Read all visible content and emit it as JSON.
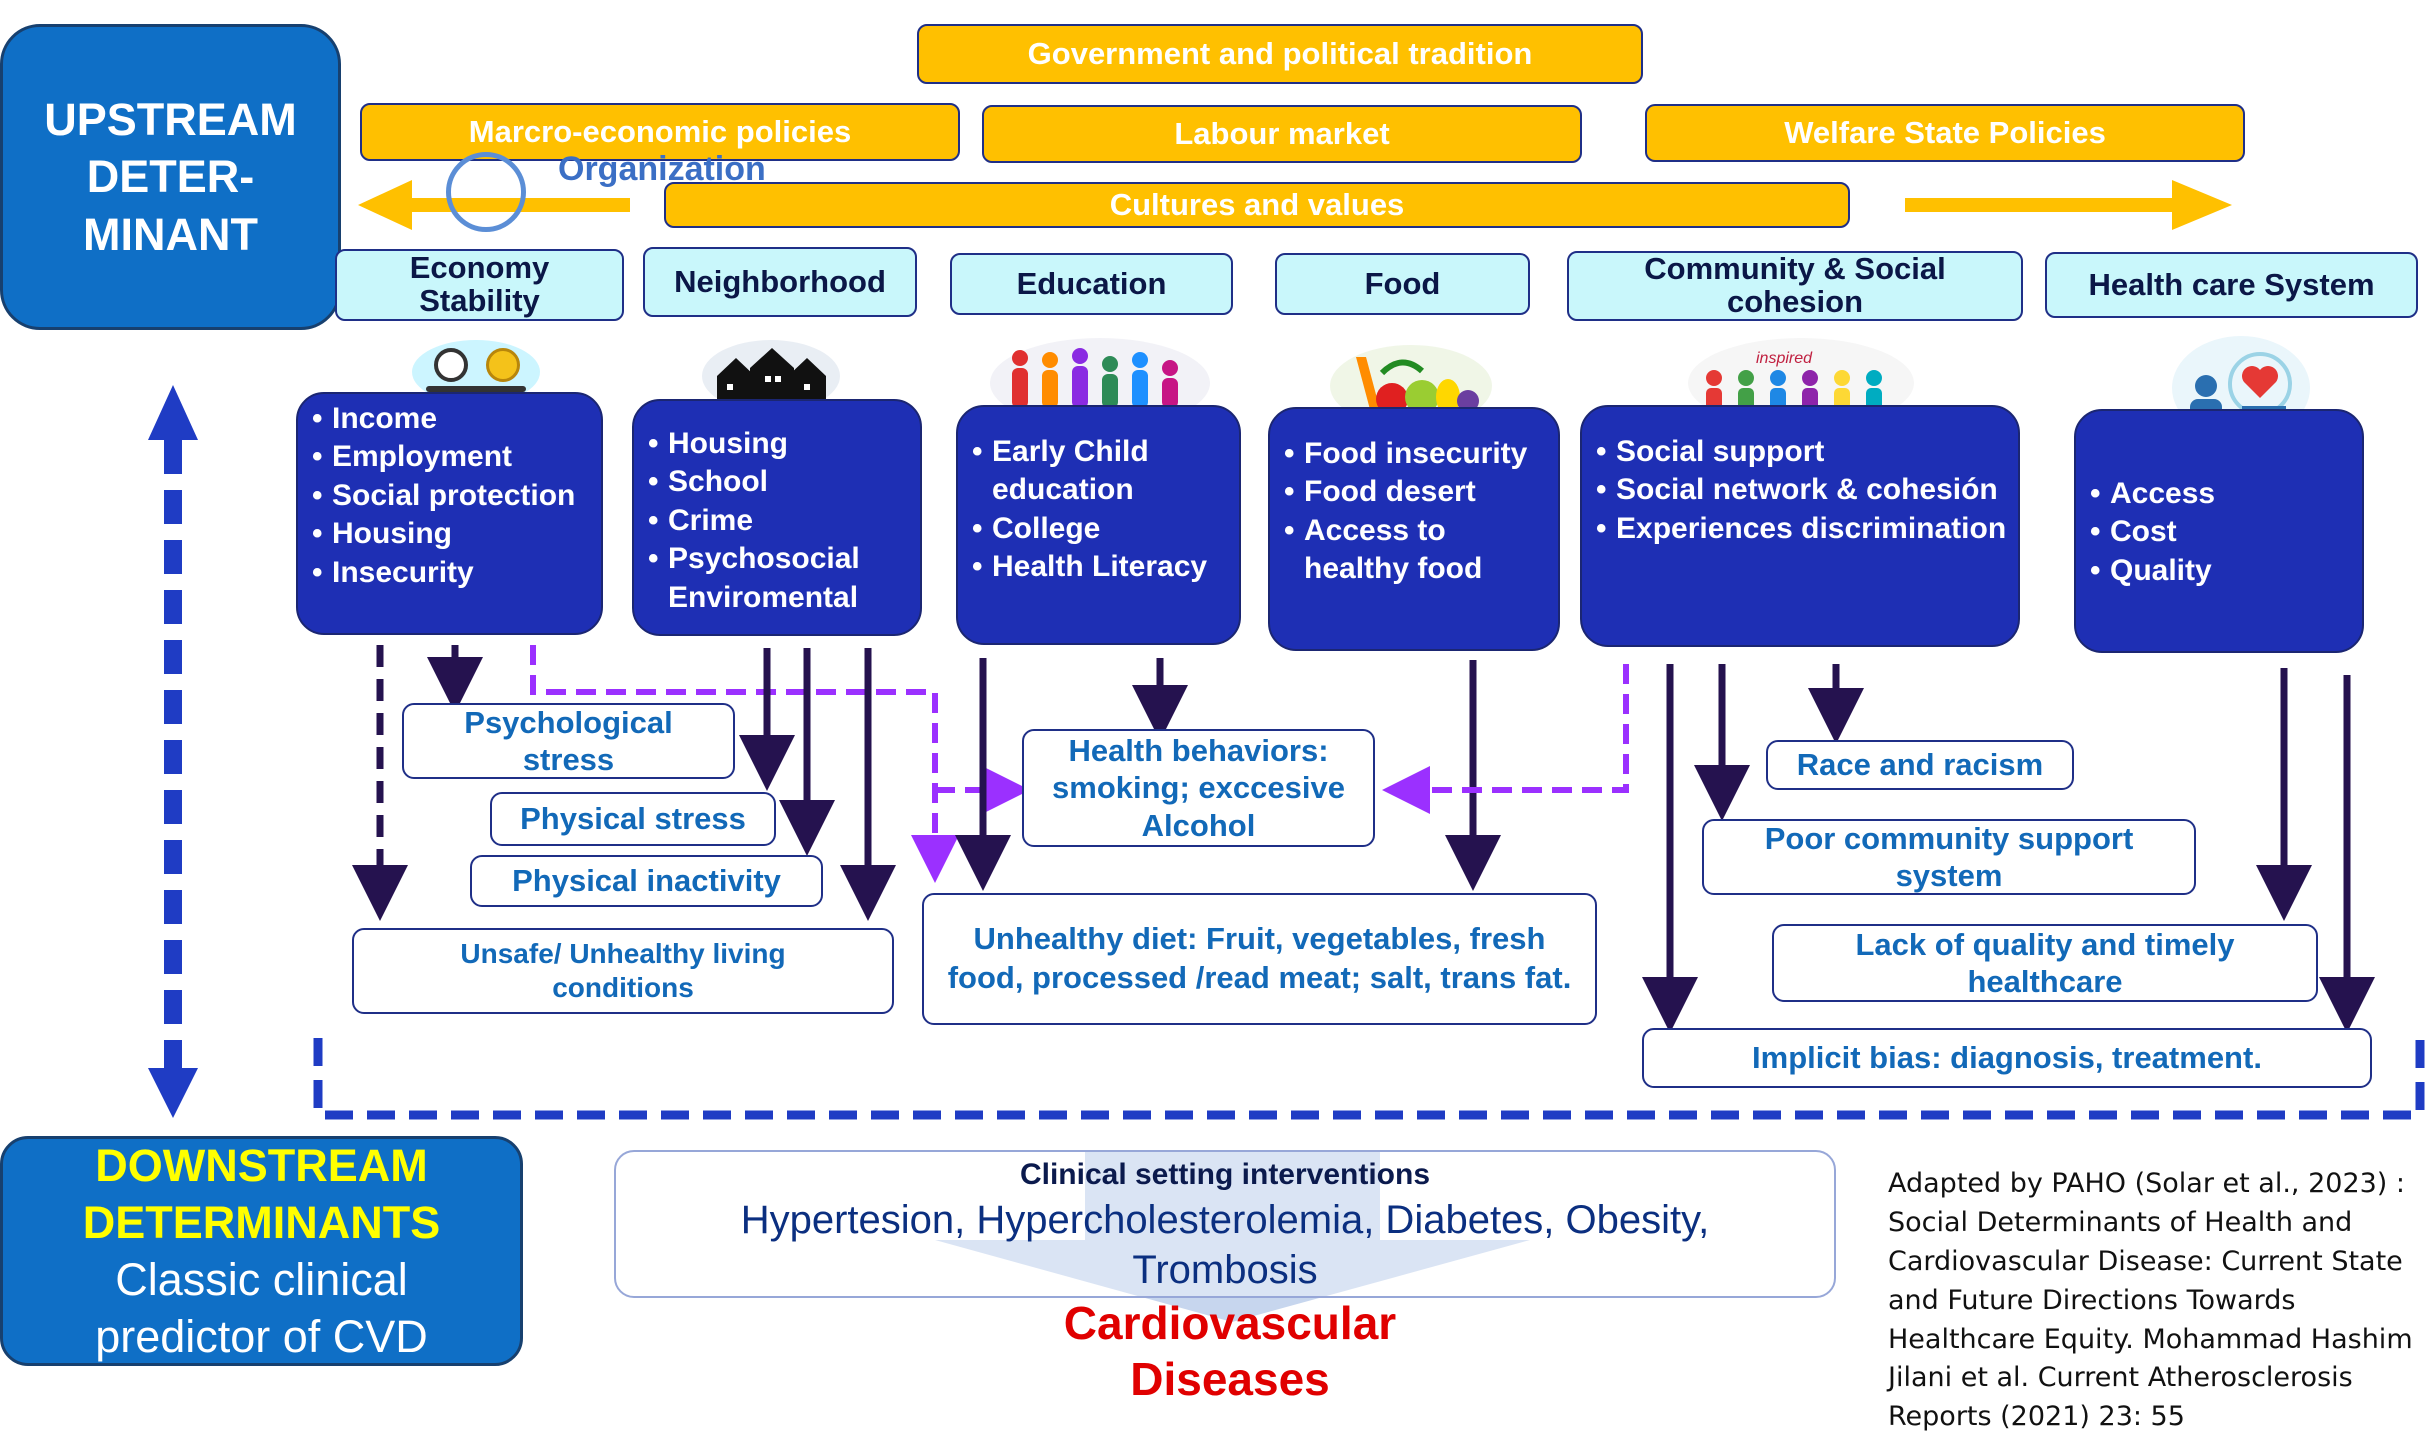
{
  "upstream_title": "UPSTREAM\nDETER-\nMINANT",
  "top": {
    "government": "Government and political tradition",
    "macro": "Marcro-economic policies",
    "labour": "Labour market",
    "welfare": "Welfare State Policies",
    "cultures": "Cultures and values",
    "watermark": "Organization"
  },
  "categories": {
    "economy": "Economy Stability",
    "neighborhood": "Neighborhood",
    "education": "Education",
    "food": "Food",
    "community": "Community & Social cohesion",
    "health": "Health care System"
  },
  "factors": {
    "economy": [
      "Income",
      "Employment",
      "Social protection",
      "Housing",
      "Insecurity"
    ],
    "neighborhood": [
      "Housing",
      "School",
      "Crime",
      "Psychosocial Enviromental"
    ],
    "education": [
      "Early Child education",
      "College",
      "Health Literacy"
    ],
    "food": [
      "Food insecurity",
      "Food desert",
      "Access to healthy food"
    ],
    "community": [
      "Social support",
      "Social network & cohesión",
      "Experiences discrimination"
    ],
    "health": [
      "Access",
      "Cost",
      "Quality"
    ]
  },
  "icons": {
    "economy": "clock-money-icon",
    "neighborhood": "houses-icon",
    "education": "children-icon",
    "food": "fruits-vegetables-icon",
    "community": "people-icon",
    "community_text": "inspired",
    "health": "doctor-heart-icon"
  },
  "outcomes": {
    "psych_stress": "Psychological stress",
    "phys_stress": "Physical stress",
    "phys_inactivity": "Physical inactivity",
    "unsafe": "Unsafe/ Unhealthy living conditions",
    "health_behaviors": "Health behaviors: smoking; exccesive Alcohol",
    "unhealthy_diet": "Unhealthy diet:    Fruit, vegetables, fresh food,    processed /read meat; salt, trans fat.",
    "race": "Race and racism",
    "poor_support": "Poor community support system",
    "lack_quality": "Lack of quality and timely healthcare",
    "implicit_bias": "Implicit bias: diagnosis, treatment."
  },
  "downstream": {
    "title": "DOWNSTREAM DETERMINANTS",
    "subtitle": "Classic clinical predictor of CVD"
  },
  "clinical": {
    "heading": "Clinical setting interventions",
    "body": "Hypertesion, Hypercholesterolemia, Diabetes, Obesity, Trombosis",
    "cvd": "Cardiovascular Diseases"
  },
  "citation": "Adapted by PAHO (Solar et al., 2023) : Social Determinants of Health and Cardiovascular Disease: Current State and Future Directions Towards Healthcare Equity. Mohammad Hashim Jilani et al. Current Atherosclerosis Reports (2021) 23: 55",
  "colors": {
    "gold": "#ffc000",
    "cyan": "#c9f7fb",
    "navy_box": "#1e2fb4",
    "upstream_blue": "#0f6fc6",
    "dashed_blue": "#1f3cc4",
    "purple": "#9b30ff",
    "dark_arrow": "#25124f",
    "cvd_red": "#e00000",
    "downstream_yellow": "#ffff00"
  }
}
